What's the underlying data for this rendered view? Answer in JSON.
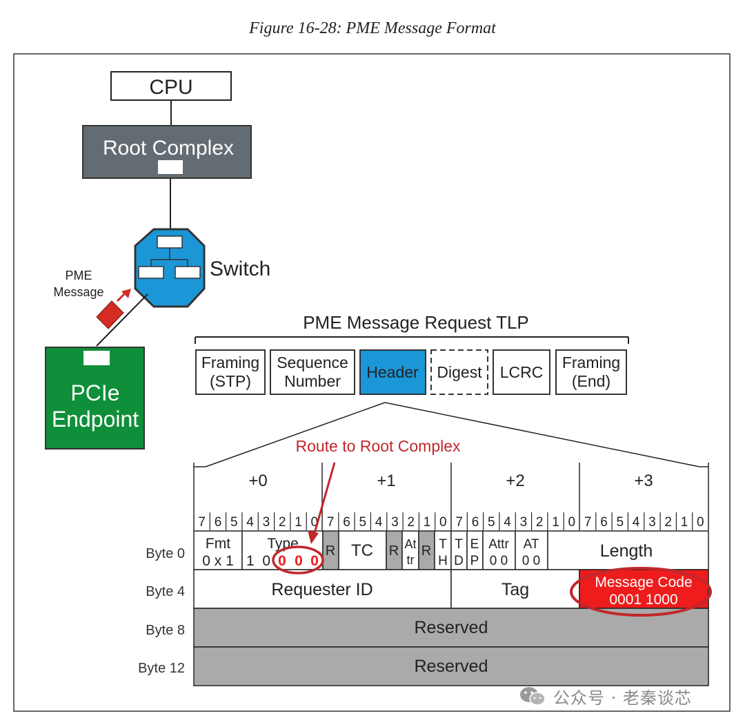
{
  "figure_title": "Figure 16-28: PME Message Format",
  "topology": {
    "cpu": "CPU",
    "root_complex": "Root Complex",
    "switch": "Switch",
    "pme_label_line1": "PME",
    "pme_label_line2": "Message",
    "endpoint_line1": "PCIe",
    "endpoint_line2": "Endpoint"
  },
  "tlp": {
    "title": "PME Message Request TLP",
    "fields": [
      {
        "line1": "Framing",
        "line2": "(STP)"
      },
      {
        "line1": "Sequence",
        "line2": "Number"
      },
      {
        "line1": "Header",
        "line2": ""
      },
      {
        "line1": "Digest",
        "line2": ""
      },
      {
        "line1": "LCRC",
        "line2": ""
      },
      {
        "line1": "Framing",
        "line2": "(End)"
      }
    ]
  },
  "header": {
    "route_annotation": "Route to Root Complex",
    "byte_offsets": [
      "+0",
      "+1",
      "+2",
      "+3"
    ],
    "bit_numbers": [
      "7",
      "6",
      "5",
      "4",
      "3",
      "2",
      "1",
      "0"
    ],
    "row_labels": [
      "Byte 0",
      "Byte 4",
      "Byte 8",
      "Byte 12"
    ],
    "row0": {
      "fmt_label": "Fmt",
      "fmt_value": "0 x 1",
      "type_label": "Type",
      "type_value_prefix": "1  0",
      "type_route_bits": [
        "0",
        "0",
        "0"
      ],
      "r": "R",
      "tc": "TC",
      "attr_short_1": "At",
      "attr_short_2": "tr",
      "th_1": "T",
      "th_2": "H",
      "td_1": "T",
      "td_2": "D",
      "ep_1": "E",
      "ep_2": "P",
      "attr_label": "Attr",
      "attr_value": "0 0",
      "at_label": "AT",
      "at_value": "0 0",
      "length": "Length"
    },
    "row1": {
      "requester_id": "Requester ID",
      "tag": "Tag",
      "message_code_label": "Message Code",
      "message_code_value": "0001 1000"
    },
    "row2": {
      "reserved": "Reserved"
    },
    "row3": {
      "reserved": "Reserved"
    }
  },
  "watermark": "公众号 · 老秦谈芯",
  "colors": {
    "root_complex_fill": "#636c73",
    "switch_fill": "#1b96d6",
    "endpoint_fill": "#0f8f3a",
    "header_fill": "#1b96d6",
    "message_code_fill": "#ee1c1c",
    "annotation_red": "#c0282b",
    "reserved_gray": "#aaaaaa",
    "pme_packet_red": "#d42b22"
  }
}
